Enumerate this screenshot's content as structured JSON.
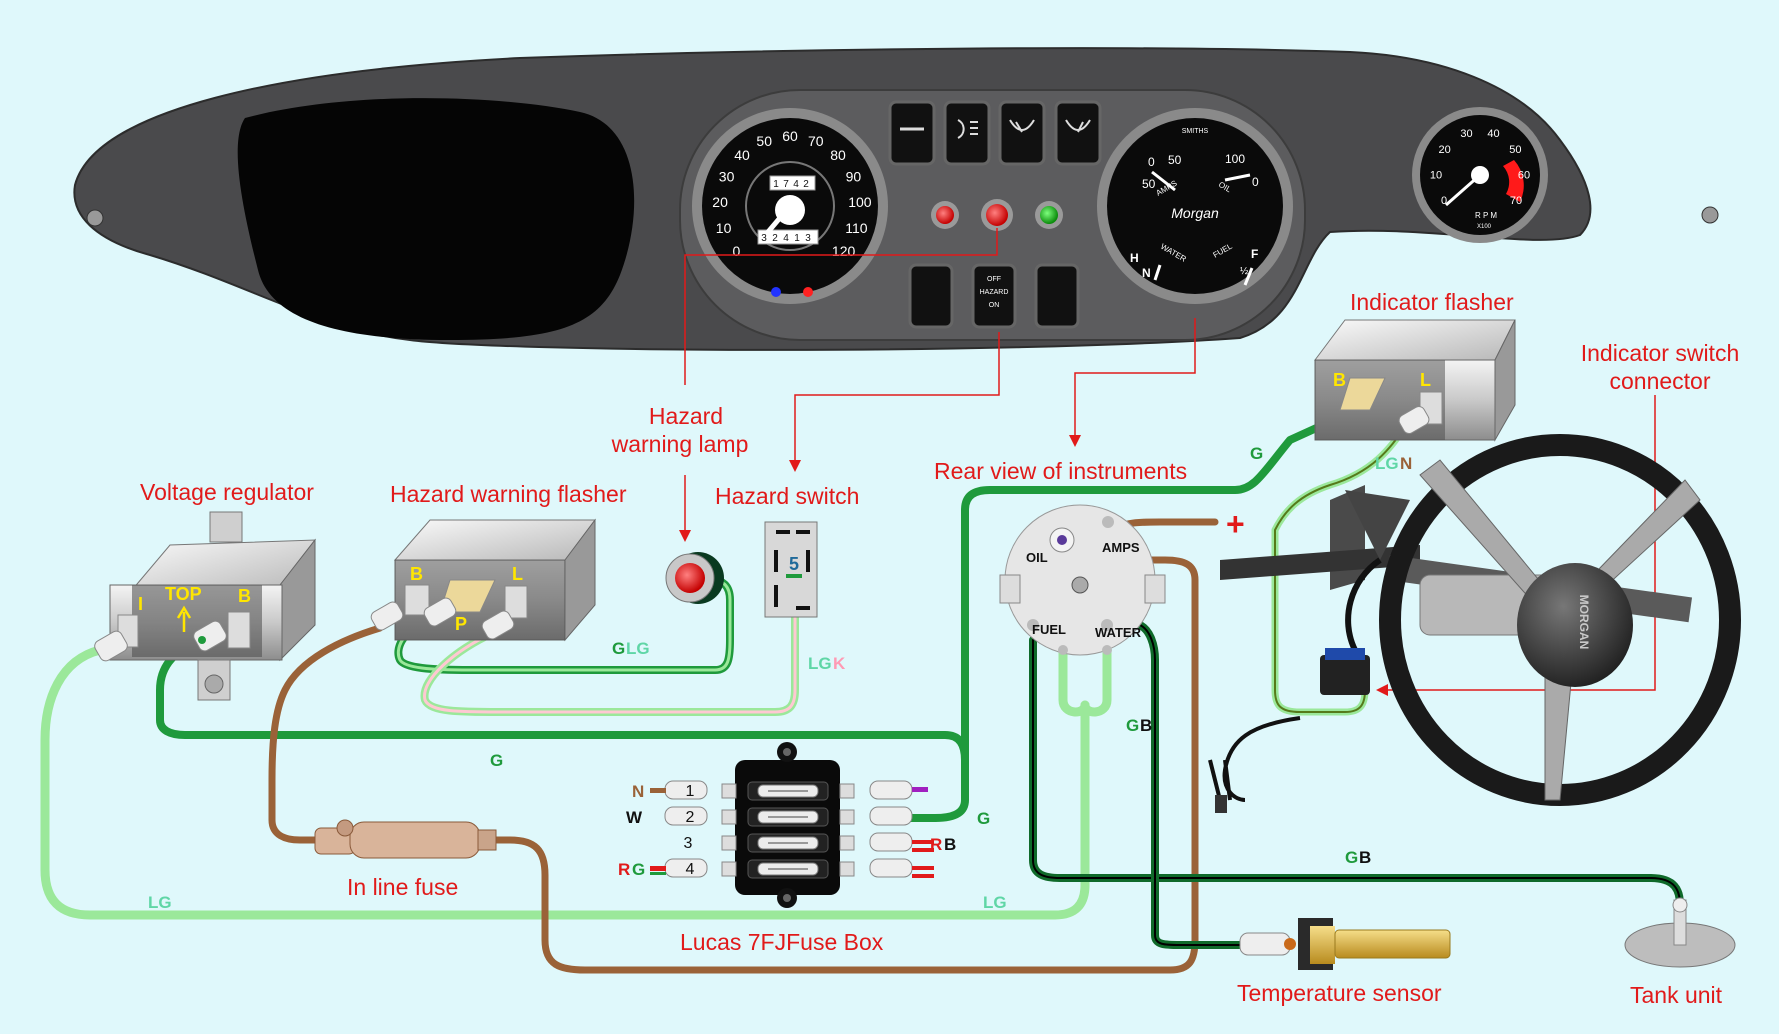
{
  "labels": {
    "hazard_lamp_1": "Hazard",
    "hazard_lamp_2": "warning lamp",
    "hazard_switch": "Hazard switch",
    "rear_view": "Rear view of instruments",
    "indicator_flasher": "Indicator  flasher",
    "indicator_connector_1": "Indicator switch",
    "indicator_connector_2": "connector",
    "voltage_regulator": "Voltage regulator",
    "hazard_flasher": "Hazard warning flasher",
    "inline_fuse": "In line fuse",
    "fuse_box": "Lucas 7FJFuse Box",
    "temp_sensor": "Temperature sensor",
    "tank_unit": "Tank unit"
  },
  "wire_labels": {
    "g_top": "G",
    "lgn": [
      "LG",
      "N"
    ],
    "glg": [
      "G",
      "LG"
    ],
    "lgk": [
      "LG",
      "K"
    ],
    "g_mid": "G",
    "gb_mid": [
      "G",
      "B"
    ],
    "gb_right": [
      "G",
      "B"
    ],
    "lg_left": "LG",
    "lg_right": "LG",
    "g_fuse": "G",
    "rb": [
      "R",
      "B"
    ],
    "n": "N",
    "w": "W",
    "rg": [
      "R",
      "G"
    ]
  },
  "fuse_numbers": [
    "1",
    "2",
    "3",
    "4"
  ],
  "pins": {
    "reg_i": "I",
    "reg_top": "TOP",
    "reg_b": "B",
    "haz_b": "B",
    "haz_p": "P",
    "haz_l": "L",
    "ind_b": "B",
    "ind_l": "L",
    "oil": "OIL",
    "amps": "AMPS",
    "fuel": "FUEL",
    "water": "WATER",
    "plus": "+"
  },
  "hazard_switch_pin": "5",
  "hazard_button": [
    "OFF",
    "HAZARD",
    "ON"
  ],
  "speedo": {
    "ticks": [
      "0",
      "10",
      "20",
      "30",
      "40",
      "50",
      "60",
      "70",
      "80",
      "90",
      "100",
      "110",
      "120"
    ],
    "odometer": [
      "1",
      "7",
      "4",
      "2"
    ],
    "trip": [
      "3",
      "2",
      "4",
      "1",
      "3"
    ]
  },
  "combo_gauge": {
    "smiths": "SMITHS",
    "brand": "Morgan",
    "amps_ticks": [
      "50",
      "0",
      "50"
    ],
    "oil_ticks": [
      "100",
      "0"
    ],
    "amps": "AMPS",
    "oil": "OIL",
    "water": "WATER",
    "fuel": "FUEL",
    "h": "H",
    "n": "N",
    "f": "F",
    "half": "½"
  },
  "tach": {
    "ticks": [
      "0",
      "10",
      "20",
      "30",
      "40",
      "50",
      "60",
      "70"
    ],
    "rpm": "R P M",
    "x100": "X100"
  },
  "steering_hub": "MORGAN",
  "colors": {
    "background": "#dff8fb",
    "label_red": "#e11a1a",
    "wire_green": "#1f9a3c",
    "wire_light_green": "#9be89a",
    "wire_brown": "#9a6238",
    "dash": "#4a4a4c"
  }
}
